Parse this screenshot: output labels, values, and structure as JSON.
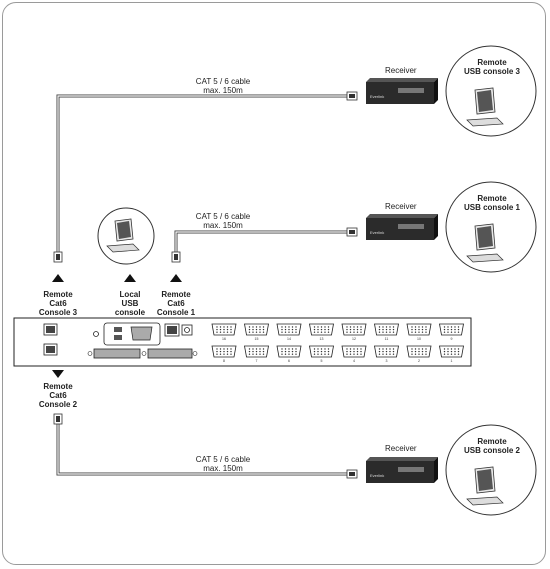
{
  "receivers": [
    {
      "id": "console3",
      "label": "Receiver",
      "brand": "Everlink",
      "remote_console": "Remote\nUSB console 3",
      "cable": "CAT 5 / 6 cable\nmax. 150m"
    },
    {
      "id": "console1",
      "label": "Receiver",
      "brand": "Everlink",
      "remote_console": "Remote\nUSB console 1",
      "cable": "CAT 5 / 6 cable\nmax. 150m"
    },
    {
      "id": "console2",
      "label": "Receiver",
      "brand": "Everlink",
      "remote_console": "Remote\nUSB console 2",
      "cable": "CAT 5 / 6 cable\nmax. 150m"
    }
  ],
  "switch": {
    "port_labels_top": [
      "16",
      "15",
      "14",
      "13",
      "12",
      "11",
      "10",
      "9"
    ],
    "port_labels_bottom": [
      "8",
      "7",
      "6",
      "5",
      "4",
      "3",
      "2",
      "1"
    ]
  },
  "local_console": {
    "label": "Local\nUSB\nconsole"
  },
  "switch_labels": {
    "remote_cat6_console3": "Remote\nCat6\nConsole 3",
    "remote_cat6_console1": "Remote\nCat6\nConsole 1",
    "remote_cat6_console2": "Remote\nCat6\nConsole 2"
  }
}
